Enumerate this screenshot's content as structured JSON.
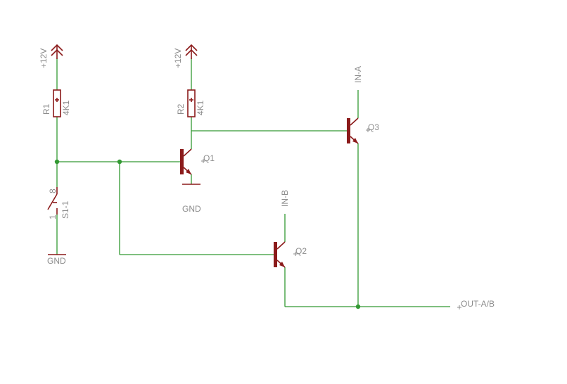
{
  "labels": {
    "supply1": "+12V",
    "supply2": "+12V",
    "r1_name": "R1",
    "r1_value": "4K1",
    "r2_name": "R2",
    "r2_value": "4K1",
    "q1": "Q1",
    "q2": "Q2",
    "q3": "Q3",
    "in_a": "IN-A",
    "in_b": "IN-B",
    "gnd1": "GND",
    "gnd2": "GND",
    "switch_name": "S1-1",
    "switch_pin1": "1",
    "switch_pin8": "8",
    "output": "OUT-A/B"
  },
  "colors": {
    "wire": "#339933",
    "component": "#8b1a1a",
    "text": "#8c8c8c"
  }
}
